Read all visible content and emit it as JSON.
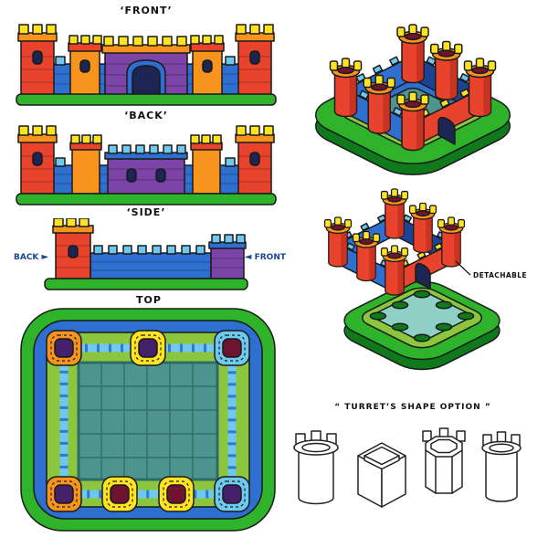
{
  "palette": {
    "green": "#2fb32a",
    "green_dark": "#0f7a1c",
    "green_light": "#8cc63e",
    "blue": "#2e6fd0",
    "blue_dark": "#1c4496",
    "blue_light": "#6fc9ee",
    "navy": "#1d2552",
    "teal": "#4f958f",
    "teal_dark": "#2e6b66",
    "teal_light": "#8fd0c6",
    "red": "#e8432c",
    "red_dark": "#a32416",
    "dark_red": "#6e1430",
    "orange": "#f7941e",
    "yellow": "#ffe323",
    "purple": "#7b44a6",
    "purple_dark": "#45206b",
    "outline": "#1a1a1a"
  },
  "views": {
    "front": {
      "label": "‘FRONT’"
    },
    "back": {
      "label": "‘BACK’"
    },
    "side": {
      "label": "‘SIDE’",
      "back_label": "BACK",
      "back_arrow": "►",
      "front_arrow": "◄",
      "front_label": "FRONT"
    },
    "top": {
      "label": "TOP"
    },
    "iso_exploded": {
      "detachable_label": "DETACHABLE"
    },
    "turret_options": {
      "label": "“ TURRET’S SHAPE OPTION ”"
    }
  }
}
